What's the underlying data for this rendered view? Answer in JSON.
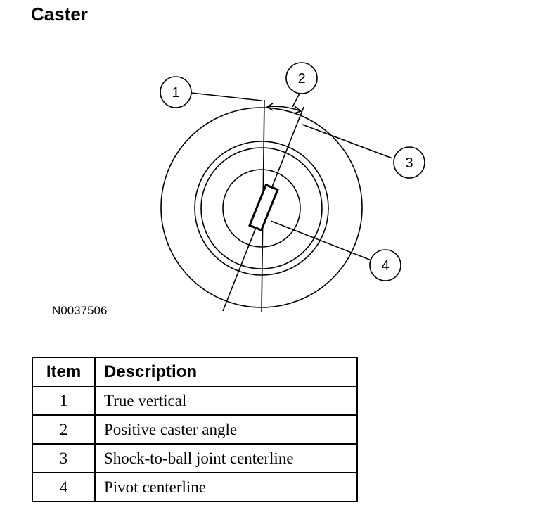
{
  "page": {
    "title": "Caster"
  },
  "diagram": {
    "figure_code": "N0037506",
    "callouts": [
      {
        "number": "1"
      },
      {
        "number": "2"
      },
      {
        "number": "3"
      },
      {
        "number": "4"
      }
    ]
  },
  "legend": {
    "headers": {
      "item": "Item",
      "description": "Description"
    },
    "rows": [
      {
        "item": "1",
        "description": "True vertical"
      },
      {
        "item": "2",
        "description": "Positive caster angle"
      },
      {
        "item": "3",
        "description": "Shock-to-ball joint centerline"
      },
      {
        "item": "4",
        "description": "Pivot centerline"
      }
    ]
  }
}
